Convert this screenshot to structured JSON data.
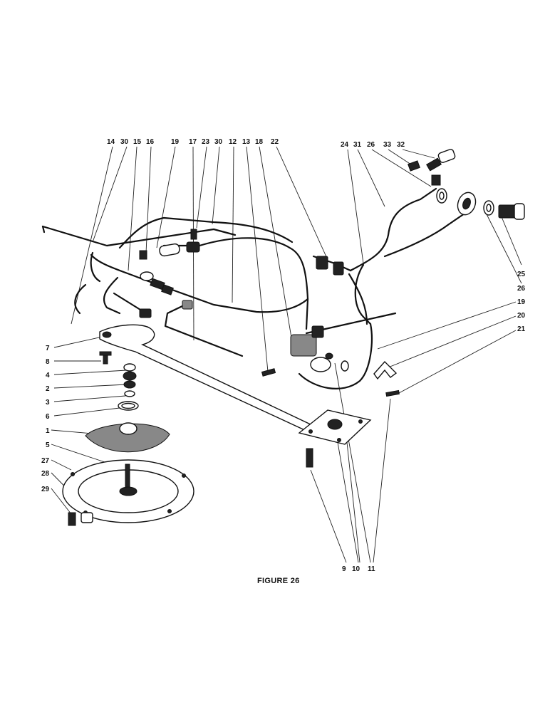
{
  "caption": "FIGURE 26",
  "labels": {
    "l14": "14",
    "l30a": "30",
    "l15": "15",
    "l16": "16",
    "l19a": "19",
    "l17": "17",
    "l23": "23",
    "l30b": "30",
    "l12": "12",
    "l13": "13",
    "l18": "18",
    "l22": "22",
    "l24": "24",
    "l31": "31",
    "l26a": "26",
    "l33": "33",
    "l32": "32",
    "l25": "25",
    "l26b": "26",
    "l19b": "19",
    "l20": "20",
    "l21": "21",
    "l7": "7",
    "l8": "8",
    "l4": "4",
    "l2": "2",
    "l3": "3",
    "l6": "6",
    "l1": "1",
    "l5": "5",
    "l27": "27",
    "l28": "28",
    "l29": "29",
    "l9": "9",
    "l10": "10",
    "l11": "11"
  }
}
